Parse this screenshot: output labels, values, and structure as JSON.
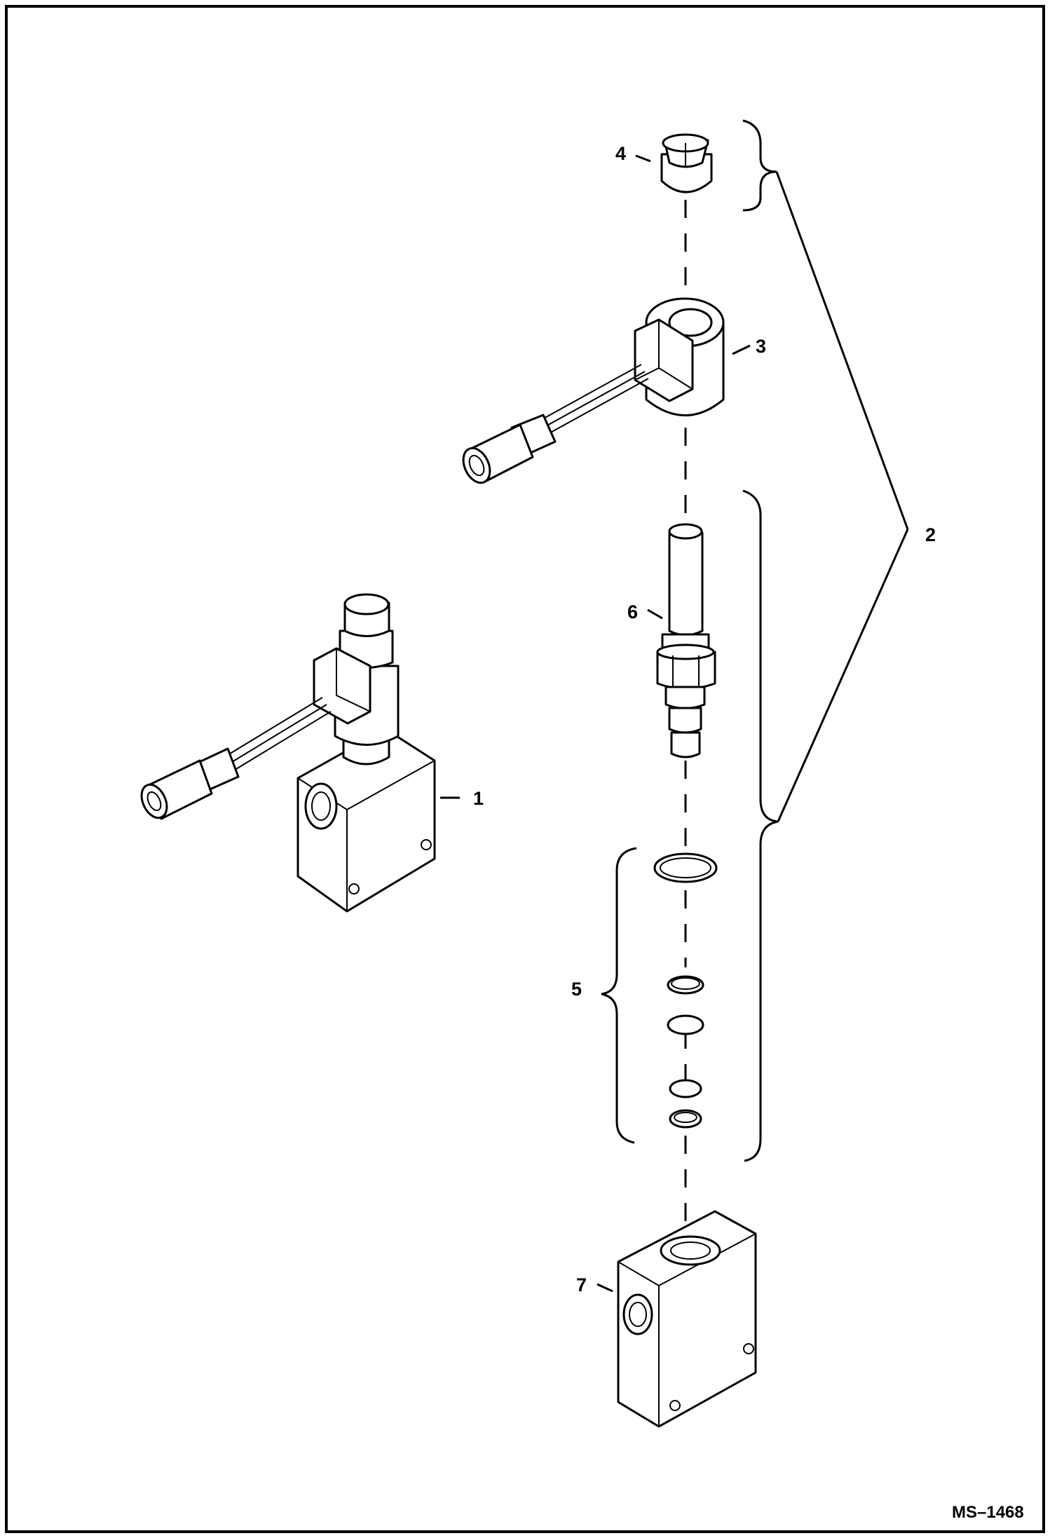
{
  "figure": {
    "code": "MS–1468"
  },
  "callouts": [
    {
      "id": "1",
      "text": "1"
    },
    {
      "id": "2",
      "text": "2"
    },
    {
      "id": "3",
      "text": "3"
    },
    {
      "id": "4",
      "text": "4"
    },
    {
      "id": "5",
      "text": "5"
    },
    {
      "id": "6",
      "text": "6"
    },
    {
      "id": "7",
      "text": "7"
    }
  ]
}
